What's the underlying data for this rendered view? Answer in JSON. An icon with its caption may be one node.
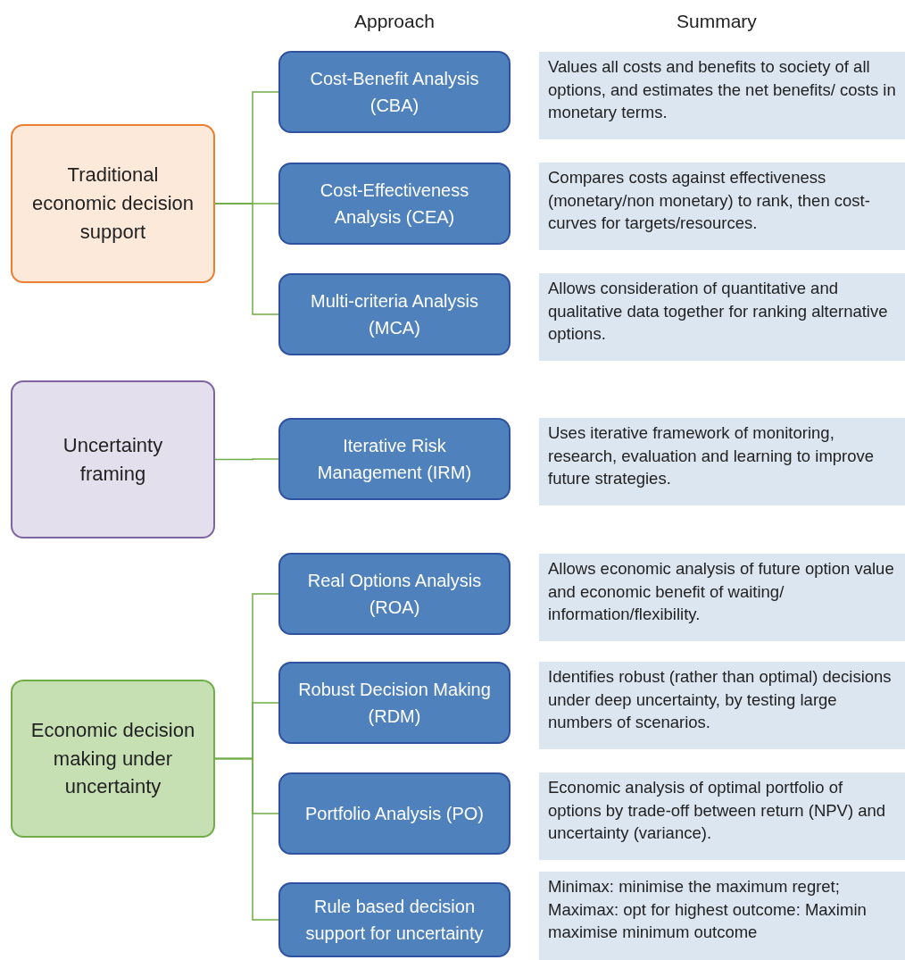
{
  "diagram": {
    "nodes": [
      {
        "text": [
          "Traditional economic decision support"
        ]
      },
      {
        "text": [
          "Uncertainty framing"
        ]
      },
      {
        "text": [
          "Economic decision making under uncertainty"
        ]
      },
      {
        "text": [
          "Cost-Benefit Analysis (CBA)"
        ]
      },
      {
        "text": [
          "Cost-Effectiveness Analysis (CEA)"
        ]
      },
      {
        "text": [
          "Multi-criteria Analysis (MCA)"
        ]
      },
      {
        "text": [
          "Iterative Risk Management (IRM)"
        ]
      },
      {
        "text": [
          "Real Options Analysis (ROA)"
        ]
      },
      {
        "text": [
          "Robust Decision Making (RDM)"
        ]
      },
      {
        "text": [
          "Portfolio Analysis (PO)"
        ]
      },
      {
        "text": [
          "Rule based decision support for uncertainty"
        ]
      },
      {
        "text": [
          "Values all costs and benefits to society of all options, and estimates the net benefits/ costs in monetary terms."
        ]
      },
      {
        "text": [
          "Compares costs against effectiveness (monetary/non monetary) to rank, then cost-curves for targets/resources."
        ]
      },
      {
        "text": [
          "Allows consideration of quantitative and qualitative data together for ranking alternative options."
        ]
      },
      {
        "text": [
          "Uses iterative framework of monitoring, research, evaluation and learning to improve future strategies."
        ]
      },
      {
        "text": [
          "Allows economic analysis of future option value and economic benefit of waiting/ information/flexibility."
        ]
      },
      {
        "text": [
          "Identifies robust (rather than optimal) decisions under deep uncertainty, by testing large numbers of scenarios."
        ]
      },
      {
        "text": [
          "Economic analysis of optimal portfolio of options by trade-off between return (NPV) and uncertainty (variance)."
        ]
      },
      {
        "text": [
          "Minimax: minimise the maximum regret; Maximax: opt for highest outcome: Maximin maximise minimum outcome"
        ]
      }
    ],
    "edges": [
      {
        "from": 0,
        "to": 3,
        "arrow": "none"
      },
      {
        "from": 0,
        "to": 4,
        "arrow": "none"
      },
      {
        "from": 0,
        "to": 5,
        "arrow": "none"
      },
      {
        "from": 1,
        "to": 6,
        "arrow": "none"
      },
      {
        "from": 2,
        "to": 7,
        "arrow": "none"
      },
      {
        "from": 2,
        "to": 8,
        "arrow": "none"
      },
      {
        "from": 2,
        "to": 9,
        "arrow": "none"
      },
      {
        "from": 2,
        "to": 10,
        "arrow": "none"
      }
    ],
    "labels": [
      "Approach",
      "Summary"
    ]
  }
}
